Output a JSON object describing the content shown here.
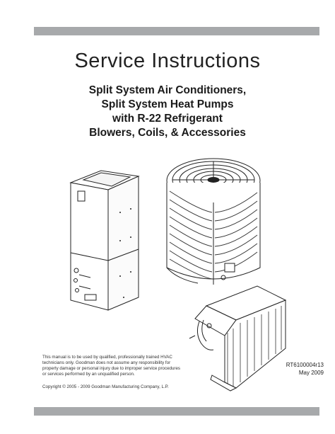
{
  "document": {
    "title": "Service Instructions",
    "subtitle_lines": [
      "Split System Air Conditioners,",
      "Split System Heat Pumps",
      "with R-22 Refrigerant",
      "Blowers, Coils, & Accessories"
    ],
    "disclaimer": "This manual is to be used by qualified, professionally trained HVAC technicians only. Goodman does not assume any responsibility for property damage or personal injury due to improper service procedures or services performed by an unqualified person.",
    "copyright": "Copyright © 2005 - 2009 Goodman Manufacturing Company, L.P.",
    "doc_number": "RT6100004r13",
    "doc_date": "May 2009"
  },
  "colors": {
    "bar": "#a7a9ab",
    "text": "#1a1a1a"
  }
}
